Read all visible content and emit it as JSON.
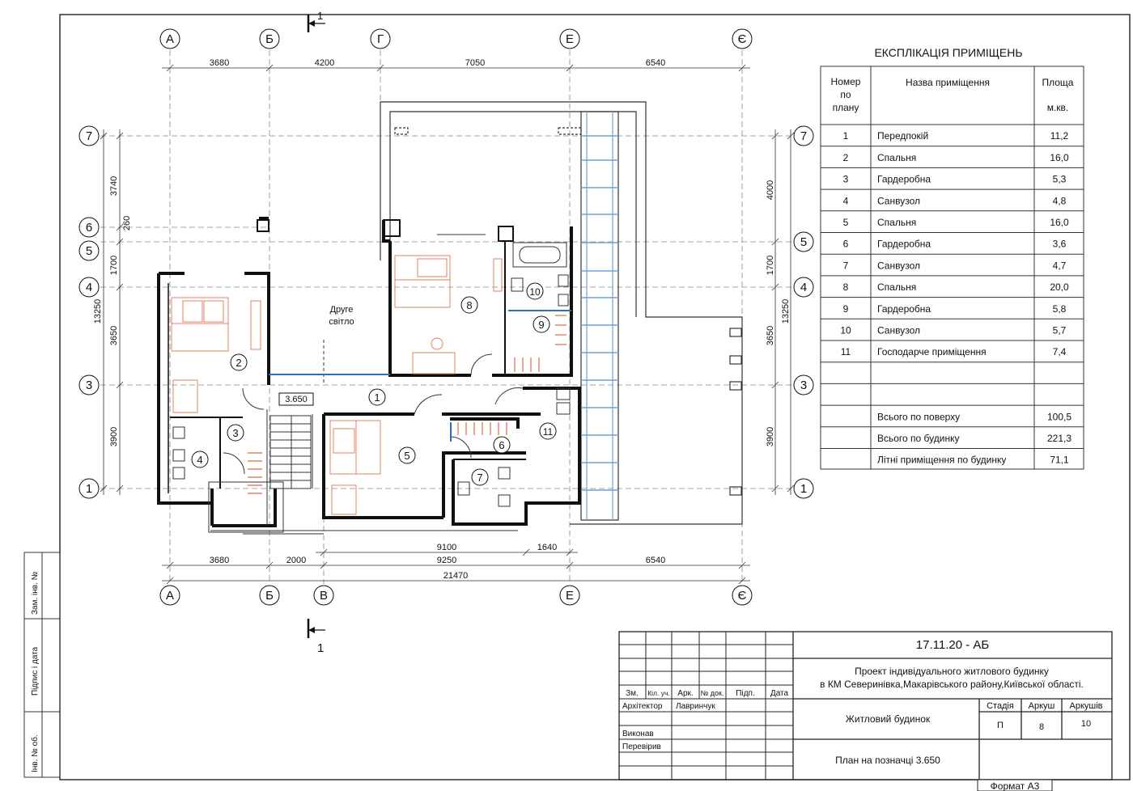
{
  "sheet": {
    "format_label": "Формат А3",
    "side_stamp": [
      "Зам. інв. №",
      "Підпис і дата",
      "Інв. № об."
    ],
    "elevation_mark": "3.650",
    "void_label": [
      "Друге",
      "світло"
    ],
    "section_mark": "1"
  },
  "axes": {
    "columns_top": [
      "А",
      "Б",
      "Г",
      "Е",
      "Є"
    ],
    "columns_bottom": [
      "А",
      "Б",
      "В",
      "Е",
      "Є"
    ],
    "rows_left": [
      "7",
      "6",
      "5",
      "4",
      "3",
      "1"
    ],
    "rows_right": [
      "7",
      "5",
      "4",
      "3",
      "1"
    ]
  },
  "dimensions": {
    "top": [
      "3680",
      "4200",
      "7050",
      "6540"
    ],
    "bottom_inner": [
      "9100",
      "1640"
    ],
    "bottom_mid": [
      "3680",
      "2000",
      "9250",
      "6540"
    ],
    "bottom_total": "21470",
    "left_chain": [
      "3740",
      "260",
      "1700",
      "3650",
      "3900"
    ],
    "left_total": "13250",
    "right_chain": [
      "4000",
      "1700",
      "3650",
      "3900"
    ],
    "right_total": "13250"
  },
  "rooms_on_plan": [
    "1",
    "2",
    "3",
    "4",
    "5",
    "6",
    "7",
    "8",
    "9",
    "10",
    "11"
  ],
  "explication": {
    "title": "ЕКСПЛІКАЦІЯ ПРИМІЩЕНЬ",
    "headers": [
      "Номер\nпо\nплану",
      "Назва приміщення",
      "Площа\nм.кв."
    ],
    "rows": [
      {
        "n": "1",
        "name": "Передпокій",
        "area": "11,2"
      },
      {
        "n": "2",
        "name": "Спальня",
        "area": "16,0"
      },
      {
        "n": "3",
        "name": "Гардеробна",
        "area": "5,3"
      },
      {
        "n": "4",
        "name": "Санвузол",
        "area": "4,8"
      },
      {
        "n": "5",
        "name": "Спальня",
        "area": "16,0"
      },
      {
        "n": "6",
        "name": "Гардеробна",
        "area": "3,6"
      },
      {
        "n": "7",
        "name": "Санвузол",
        "area": "4,7"
      },
      {
        "n": "8",
        "name": "Спальня",
        "area": "20,0"
      },
      {
        "n": "9",
        "name": "Гардеробна",
        "area": "5,8"
      },
      {
        "n": "10",
        "name": "Санвузол",
        "area": "5,7"
      },
      {
        "n": "11",
        "name": "Господарче приміщення",
        "area": "7,4"
      }
    ],
    "totals": [
      {
        "label": "Всього по поверху",
        "value": "100,5"
      },
      {
        "label": "Всього по будинку",
        "value": "221,3"
      },
      {
        "label": "Літні приміщення по будинку",
        "value": "71,1"
      }
    ]
  },
  "title_block": {
    "code": "17.11.20 - АБ",
    "project_line1": "Проект індивідуального житлового будинку",
    "project_line2": "в КМ Северинівка,Макарівського району,Київської області.",
    "col_headers": [
      "Зм.",
      "Кіл. уч.",
      "Арк.",
      "№ док.",
      "Підп.",
      "Дата"
    ],
    "roles": [
      {
        "role": "Архітектор",
        "name": "Лавринчук"
      },
      {
        "role": "Виконав",
        "name": ""
      },
      {
        "role": "Перевірив",
        "name": ""
      }
    ],
    "building": "Житловий будинок",
    "sheet_title": "План на позначці 3.650",
    "stage_label": "Стадія",
    "sheet_label": "Аркуш",
    "sheets_label": "Аркушів",
    "stage": "П",
    "sheet": "8",
    "sheets": "10"
  }
}
